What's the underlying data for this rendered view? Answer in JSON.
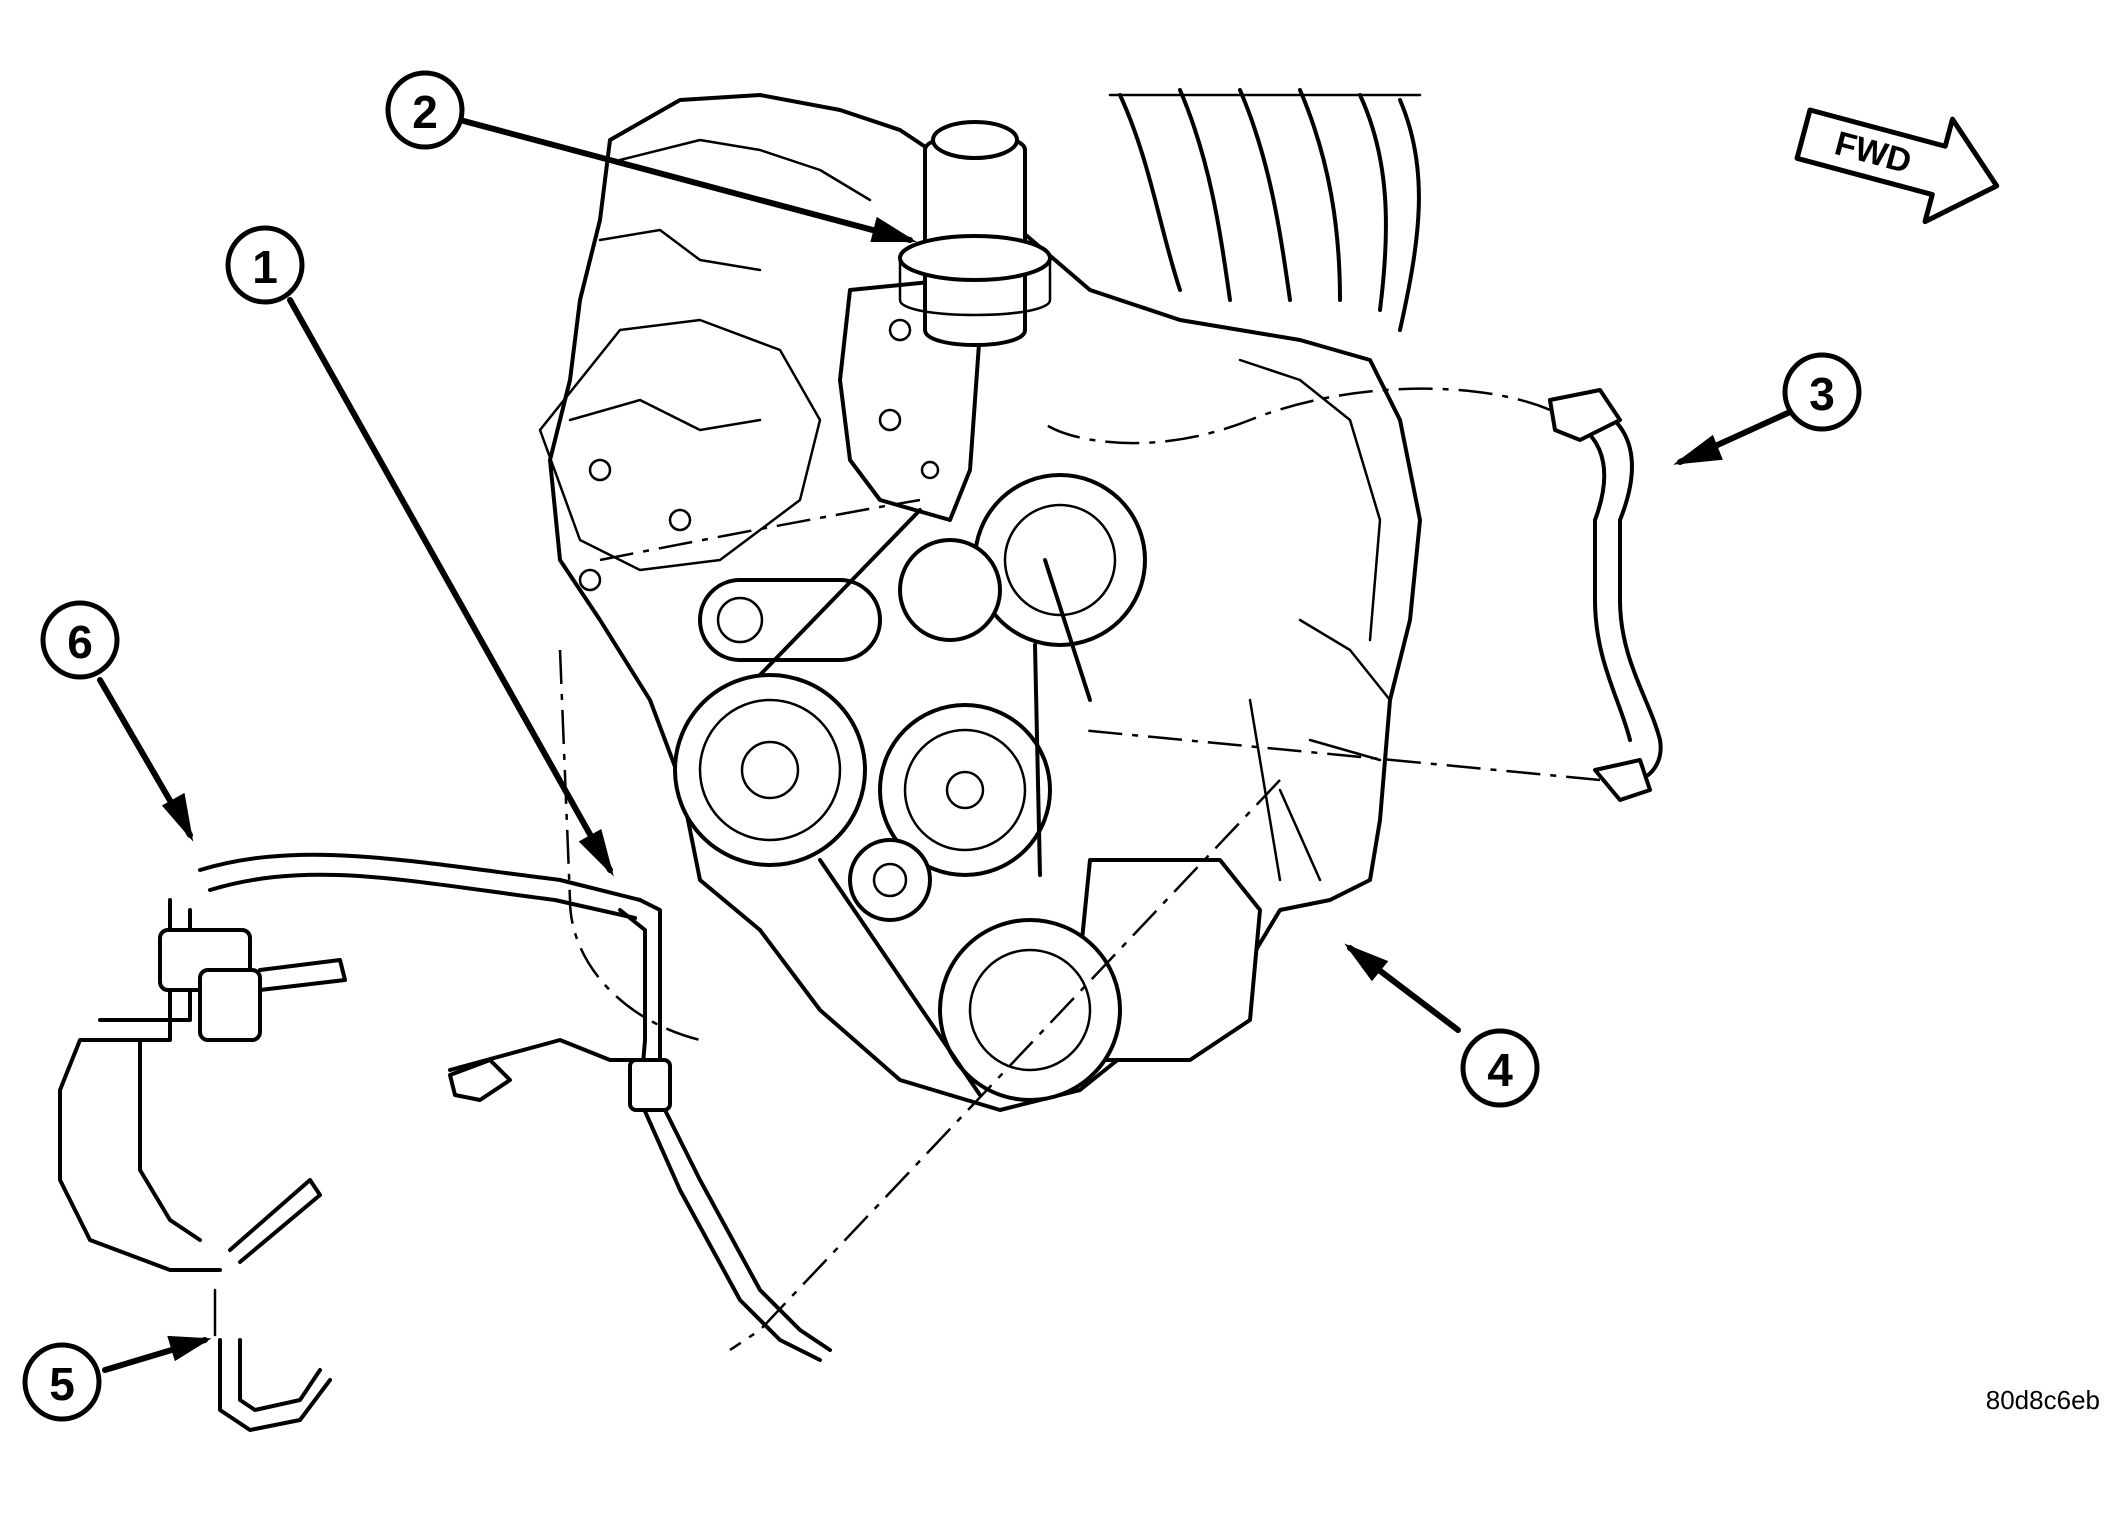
{
  "callouts": [
    {
      "label": "1"
    },
    {
      "label": "2"
    },
    {
      "label": "3"
    },
    {
      "label": "4"
    },
    {
      "label": "5"
    },
    {
      "label": "6"
    }
  ],
  "direction_indicator": {
    "label": "FWD"
  },
  "figure_id": "80d8c6eb"
}
